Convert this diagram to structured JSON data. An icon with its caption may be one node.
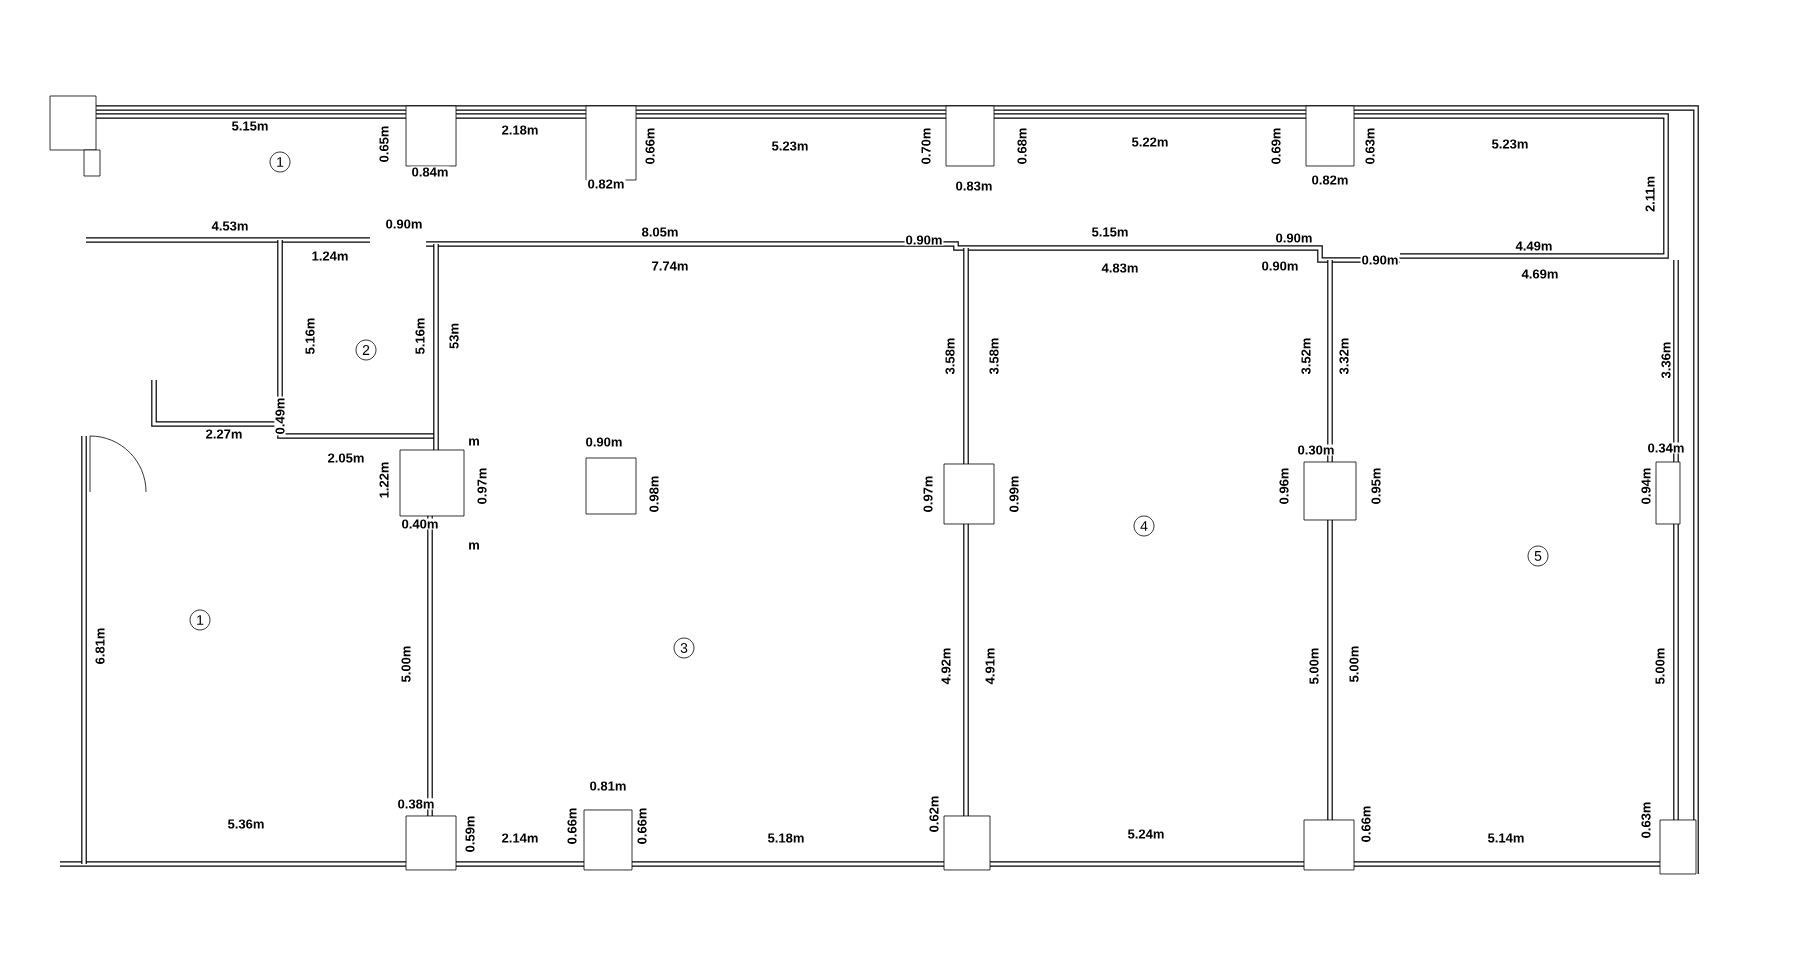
{
  "diagram": {
    "labels": [
      "5.15m",
      "1",
      "0.65m",
      "0.84m",
      "2.18m",
      "0.82m",
      "0.66m",
      "5.23m",
      "0.70m",
      "0.83m",
      "0.68m",
      "5.22m",
      "0.69m",
      "0.82m",
      "0.63m",
      "5.23m",
      "2.11m",
      "4.53m",
      "0.90m",
      "1.24m",
      "8.05m",
      "7.74m",
      "0.90m",
      "5.15m",
      "4.83m",
      "0.90m",
      "0.90m",
      "0.90m",
      "4.49m",
      "4.69m",
      "5.16m",
      "2",
      "5.16m",
      "53m",
      "3.58m",
      "3.58m",
      "3.52m",
      "3.32m",
      "3.36m",
      "2.27m",
      "0.49m",
      "2.05m",
      "1.22m",
      "m",
      "0.90m",
      "0.97m",
      "0.98m",
      "0.40m",
      "m",
      "0.97m",
      "0.99m",
      "0.30m",
      "0.96m",
      "0.95m",
      "0.34m",
      "0.94m",
      "4",
      "5",
      "1",
      "6.81m",
      "5.00m",
      "3",
      "4.92m",
      "4.91m",
      "5.00m",
      "5.00m",
      "5.00m",
      "0.81m",
      "0.38m",
      "5.36m",
      "0.59m",
      "2.14m",
      "0.66m",
      "0.66m",
      "5.18m",
      "0.62m",
      "5.24m",
      "0.66m",
      "5.14m",
      "0.63m"
    ]
  }
}
